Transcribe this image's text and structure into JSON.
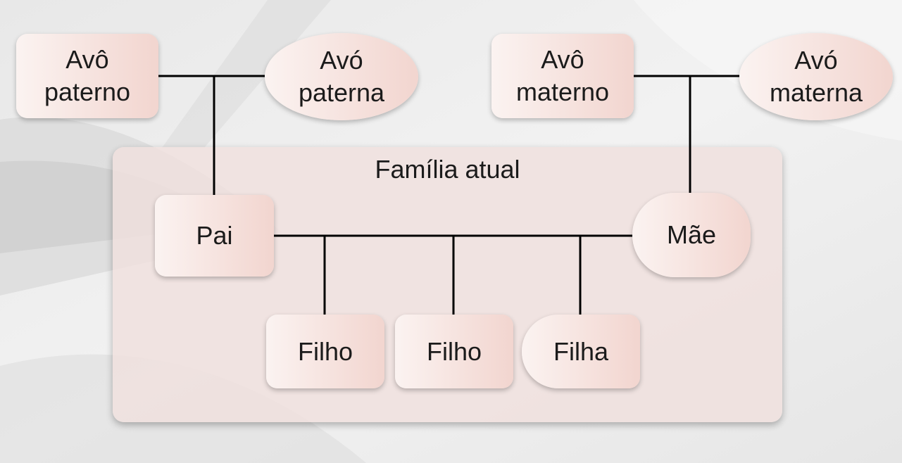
{
  "diagram": {
    "panel_title": "Família atual",
    "grandparents": {
      "paternal_grandfather": "Avô paterno",
      "paternal_grandmother": "Avó paterna",
      "maternal_grandfather": "Avô materno",
      "maternal_grandmother": "Avó materna"
    },
    "parents": {
      "father": "Pai",
      "mother": "Mãe"
    },
    "children": {
      "son_1": "Filho",
      "son_2": "Filho",
      "daughter": "Filha"
    }
  },
  "colors": {
    "node_gradient_start": "#fbf3f1",
    "node_gradient_end": "#f2d5cf",
    "panel": "#f0e1de",
    "line": "#000000"
  }
}
